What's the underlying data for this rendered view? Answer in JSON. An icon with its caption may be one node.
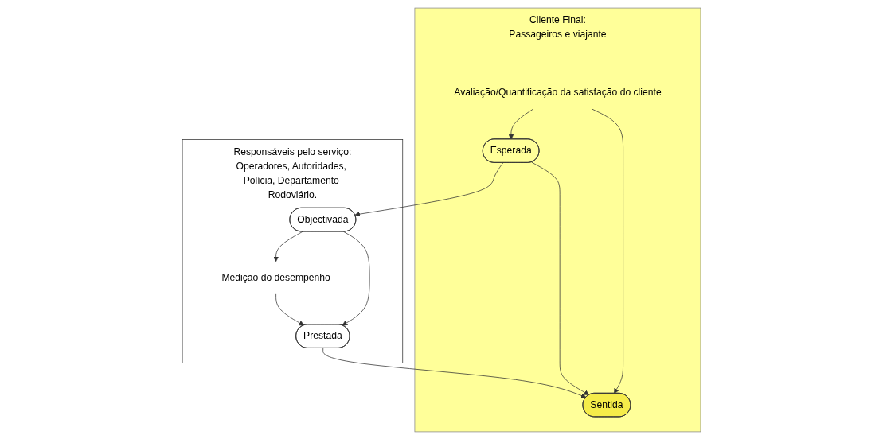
{
  "diagram": {
    "nodes": [
      {
        "text": [
          "Cliente Final:",
          "Passageiros e viajante"
        ]
      },
      {
        "text": [
          "Esperada"
        ],
        "in": 0
      },
      {
        "text": [
          "Avaliação/Quantificação da satisfação do cliente"
        ],
        "in": 0
      },
      {
        "text": [
          "Sentida"
        ],
        "in": 0
      },
      {
        "text": [
          "Responsáveis pelo serviço:",
          "Operadores, Autoridades, Polícia, Departamento Rodoviário."
        ]
      },
      {
        "text": [
          "Objectivada"
        ],
        "in": 4
      },
      {
        "text": [
          "Medição do desempenho"
        ],
        "in": 4
      },
      {
        "text": [
          "Prestada"
        ],
        "in": 4
      }
    ],
    "edges": [
      {
        "from": 1,
        "to": 5,
        "arrow": "to"
      },
      {
        "from": 2,
        "to": 1,
        "arrow": "to"
      },
      {
        "from": 1,
        "to": 3,
        "arrow": "to"
      },
      {
        "from": 2,
        "to": 3,
        "arrow": "to"
      },
      {
        "from": 5,
        "to": 6,
        "arrow": "to"
      },
      {
        "from": 5,
        "to": 7,
        "arrow": "to"
      },
      {
        "from": 6,
        "to": 7,
        "arrow": "to"
      },
      {
        "from": 7,
        "to": 3,
        "arrow": "to"
      }
    ]
  }
}
